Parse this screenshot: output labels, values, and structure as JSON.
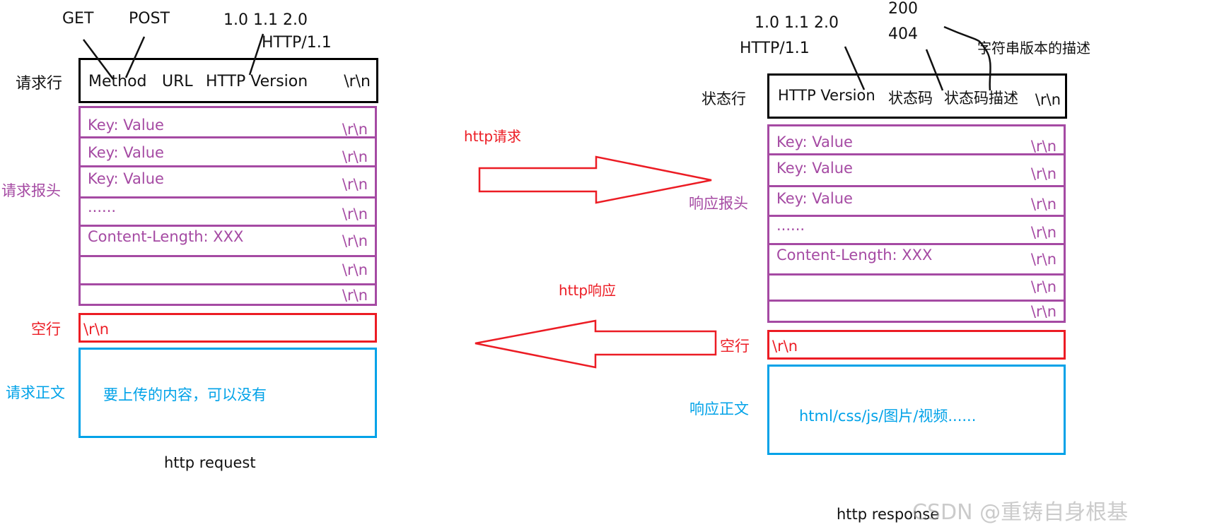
{
  "request": {
    "caption": "http request",
    "annotations": {
      "method_get": "GET",
      "method_post": "POST",
      "versions": "1.0 1.1 2.0",
      "version_example": "HTTP/1.1"
    },
    "request_line": {
      "label": "请求行",
      "method": "Method",
      "url": "URL",
      "version": "HTTP Version",
      "crlf": "\\r\\n"
    },
    "headers": {
      "label": "请求报头",
      "rows": [
        {
          "text": "Key: Value",
          "crlf": "\\r\\n"
        },
        {
          "text": "Key: Value",
          "crlf": "\\r\\n"
        },
        {
          "text": "Key: Value",
          "crlf": "\\r\\n"
        },
        {
          "text": "......",
          "crlf": "\\r\\n"
        },
        {
          "text": "Content-Length: XXX",
          "crlf": "\\r\\n"
        },
        {
          "text": "",
          "crlf": "\\r\\n"
        },
        {
          "text": "",
          "crlf": "\\r\\n"
        }
      ]
    },
    "blank_line": {
      "label": "空行",
      "text": "\\r\\n"
    },
    "body": {
      "label": "请求正文",
      "text": "要上传的内容，可以没有"
    }
  },
  "arrows": {
    "request_label": "http请求",
    "response_label": "http响应"
  },
  "response": {
    "caption": "http response",
    "annotations": {
      "versions": "1.0 1.1 2.0",
      "version_example": "HTTP/1.1",
      "code_200": "200",
      "code_404": "404",
      "desc_note": "字符串版本的描述"
    },
    "status_line": {
      "label": "状态行",
      "version": "HTTP Version",
      "code": "状态码",
      "desc": "状态码描述",
      "crlf": "\\r\\n"
    },
    "headers": {
      "label": "响应报头",
      "rows": [
        {
          "text": "Key: Value",
          "crlf": "\\r\\n"
        },
        {
          "text": "Key: Value",
          "crlf": "\\r\\n"
        },
        {
          "text": "Key: Value",
          "crlf": "\\r\\n"
        },
        {
          "text": "......",
          "crlf": "\\r\\n"
        },
        {
          "text": "Content-Length: XXX",
          "crlf": "\\r\\n"
        },
        {
          "text": "",
          "crlf": "\\r\\n"
        },
        {
          "text": "",
          "crlf": "\\r\\n"
        }
      ]
    },
    "blank_line": {
      "label": "空行",
      "text": "\\r\\n"
    },
    "body": {
      "label": "响应正文",
      "text": "html/css/js/图片/视频......"
    }
  },
  "watermark": "CSDN @重铸自身根基",
  "colors": {
    "request_line": "#000000",
    "headers": "#a54aa3",
    "blank_line": "#ec1c24",
    "body": "#00a2e8",
    "arrows": "#ec1c24"
  }
}
